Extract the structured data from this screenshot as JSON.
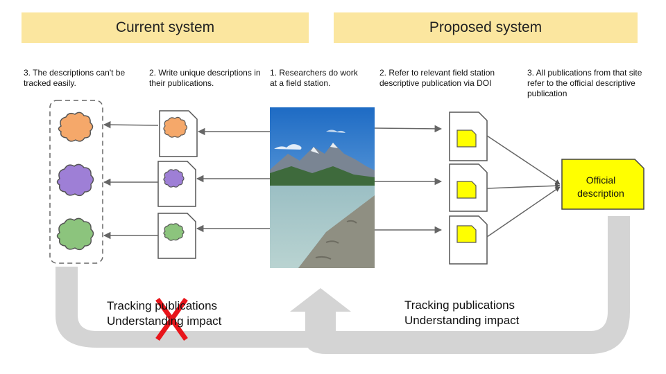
{
  "headers": {
    "current": "Current system",
    "proposed": "Proposed system"
  },
  "steps": {
    "current_3": "3. The descriptions can't be tracked easily.",
    "current_2": "2. Write unique descriptions in their publications.",
    "shared_1": "1. Researchers do work at a field station.",
    "proposed_2": "2. Refer to relevant field station descriptive publication via DOI",
    "proposed_3": "3. All publications from that site refer to the official descriptive publication"
  },
  "official": {
    "line1": "Official",
    "line2": "description"
  },
  "tracking": {
    "current_line1": "Tracking publications",
    "current_line2": "Understanding impact",
    "proposed_line1": "Tracking publications",
    "proposed_line2": "Understanding impact"
  },
  "colors": {
    "banner": "#fbe69f",
    "cloud_orange": "#f5a86a",
    "cloud_purple": "#9e7fd6",
    "cloud_green": "#8cc47d",
    "doc_yellow": "#ffff00",
    "arrow_gray": "#666666",
    "loop_gray": "#d4d4d4",
    "cross_red": "#e8151b"
  },
  "icons": [
    "cloud-icon",
    "document-icon",
    "field-station-photo",
    "red-x-icon"
  ]
}
